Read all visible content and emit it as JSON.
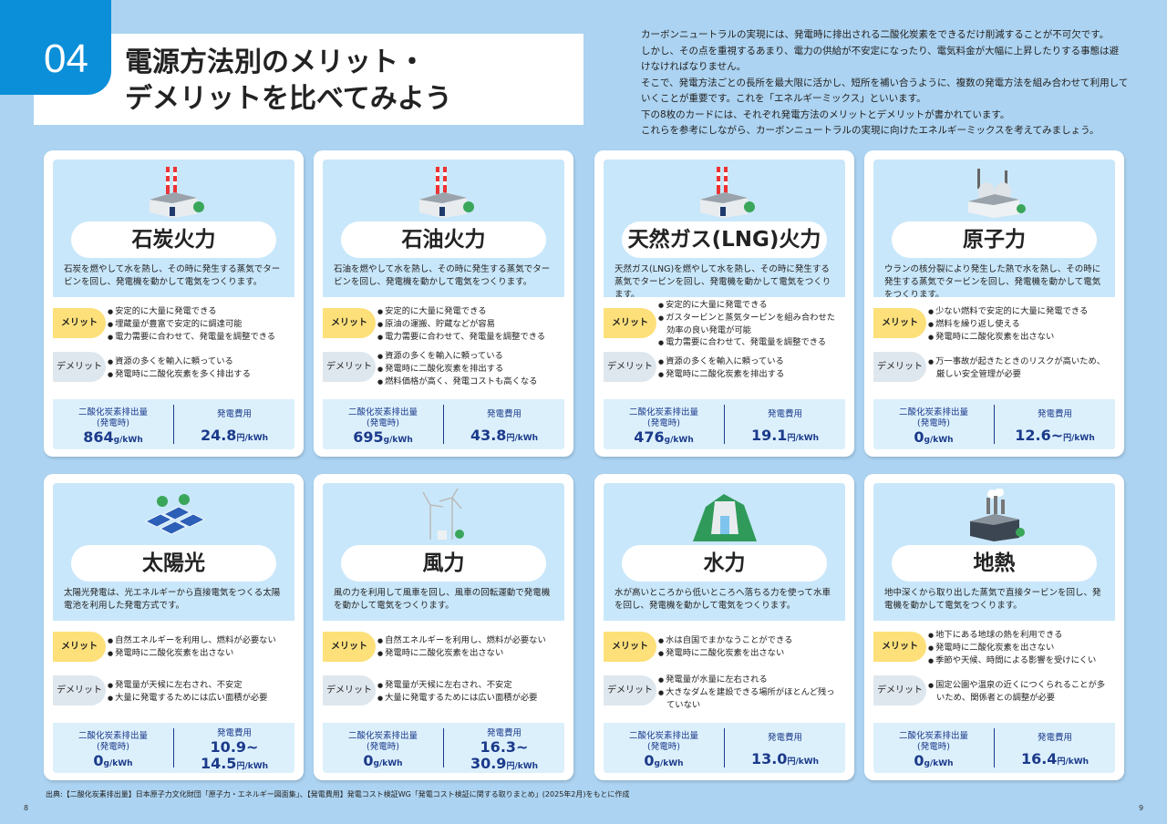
{
  "section_number": "04",
  "title": "電源方法別のメリット・\nデメリットを比べてみよう",
  "intro": [
    "カーボンニュートラルの実現には、発電時に排出される二酸化炭素をできるだけ削減することが不可欠です。",
    "しかし、その点を重視するあまり、電力の供給が不安定になったり、電気料金が大幅に上昇したりする事態は避",
    "けなければなりません。",
    "そこで、発電方法ごとの長所を最大限に活かし、短所を補い合うように、複数の発電方法を組み合わせて利用して",
    "いくことが重要です。これを「エネルギーミックス」といいます。",
    "下の8枚のカードには、それぞれ発電方法のメリットとデメリットが書かれています。",
    "これらを参考にしながら、カーボンニュートラルの実現に向けたエネルギーミックスを考えてみましょう。"
  ],
  "labels": {
    "merit": "メリット",
    "demerit": "デメリット",
    "co2": "二酸化炭素排出量",
    "co2_sub": "(発電時)",
    "cost": "発電費用",
    "co2_unit": "g/kWh",
    "cost_unit": "円/kWh"
  },
  "cards": [
    {
      "icon": "thermal-plant-icon",
      "name": "石炭火力",
      "desc": "石炭を燃やして水を熱し、その時に発生する蒸気でタービンを回し、発電機を動かして電気をつくります。",
      "merits": [
        "安定的に大量に発電できる",
        "埋蔵量が豊富で安定的に調達可能",
        "電力需要に合わせて、発電量を調整できる"
      ],
      "demerits": [
        "資源の多くを輸入に頼っている",
        "発電時に二酸化炭素を多く排出する"
      ],
      "co2": "864",
      "cost": "24.8",
      "cost2": ""
    },
    {
      "icon": "thermal-plant-icon",
      "name": "石油火力",
      "desc": "石油を燃やして水を熱し、その時に発生する蒸気でタービンを回し、発電機を動かして電気をつくります。",
      "merits": [
        "安定的に大量に発電できる",
        "原油の運搬、貯蔵などが容易",
        "電力需要に合わせて、発電量を調整できる"
      ],
      "demerits": [
        "資源の多くを輸入に頼っている",
        "発電時に二酸化炭素を排出する",
        "燃料価格が高く、発電コストも高くなる"
      ],
      "co2": "695",
      "cost": "43.8",
      "cost2": ""
    },
    {
      "icon": "thermal-plant-icon",
      "name": "天然ガス(LNG)火力",
      "desc": "天然ガス(LNG)を燃やして水を熱し、その時に発生する蒸気でタービンを回し、発電機を動かして電気をつくります。",
      "merits": [
        "安定的に大量に発電できる",
        "ガスタービンと蒸気タービンを組み合わせた効率の良い発電が可能",
        "電力需要に合わせて、発電量を調整できる"
      ],
      "demerits": [
        "資源の多くを輸入に頼っている",
        "発電時に二酸化炭素を排出する"
      ],
      "co2": "476",
      "cost": "19.1",
      "cost2": ""
    },
    {
      "icon": "nuclear-plant-icon",
      "name": "原子力",
      "desc": "ウランの核分裂により発生した熱で水を熱し、その時に発生する蒸気でタービンを回し、発電機を動かして電気をつくります。",
      "merits": [
        "少ない燃料で安定的に大量に発電できる",
        "燃料を繰り返し使える",
        "発電時に二酸化炭素を出さない"
      ],
      "demerits": [
        "万一事故が起きたときのリスクが高いため、厳しい安全管理が必要"
      ],
      "co2": "0",
      "cost": "12.6~",
      "cost2": ""
    },
    {
      "icon": "solar-panel-icon",
      "name": "太陽光",
      "desc": "太陽光発電は、光エネルギーから直接電気をつくる太陽電池を利用した発電方式です。",
      "merits": [
        "自然エネルギーを利用し、燃料が必要ない",
        "発電時に二酸化炭素を出さない"
      ],
      "demerits": [
        "発電量が天候に左右され、不安定",
        "大量に発電するためには広い面積が必要"
      ],
      "co2": "0",
      "cost": "10.9~",
      "cost2": "14.5"
    },
    {
      "icon": "wind-turbine-icon",
      "name": "風力",
      "desc": "風の力を利用して風車を回し、風車の回転運動で発電機を動かして電気をつくります。",
      "merits": [
        "自然エネルギーを利用し、燃料が必要ない",
        "発電時に二酸化炭素を出さない"
      ],
      "demerits": [
        "発電量が天候に左右され、不安定",
        "大量に発電するためには広い面積が必要"
      ],
      "co2": "0",
      "cost": "16.3~",
      "cost2": "30.9"
    },
    {
      "icon": "hydro-dam-icon",
      "name": "水力",
      "desc": "水が高いところから低いところへ落ちる力を使って水車を回し、発電機を動かして電気をつくります。",
      "merits": [
        "水は自国でまかなうことができる",
        "発電時に二酸化炭素を出さない"
      ],
      "demerits": [
        "発電量が水量に左右される",
        "大きなダムを建設できる場所がほとんど残っていない"
      ],
      "co2": "0",
      "cost": "13.0",
      "cost2": ""
    },
    {
      "icon": "geothermal-plant-icon",
      "name": "地熱",
      "desc": "地中深くから取り出した蒸気で直接タービンを回し、発電機を動かして電気をつくります。",
      "merits": [
        "地下にある地球の熱を利用できる",
        "発電時に二酸化炭素を出さない",
        "季節や天候、時間による影響を受けにくい"
      ],
      "demerits": [
        "国定公園や温泉の近くにつくられることが多いため、関係者との調整が必要"
      ],
      "co2": "0",
      "cost": "16.4",
      "cost2": ""
    }
  ],
  "footer": "出典:【二酸化炭素排出量】日本原子力文化財団「原子力・エネルギー図面集」、【発電費用】発電コスト検証WG「発電コスト検証に関する取りまとめ」(2025年2月)をもとに作成",
  "page_left": "8",
  "page_right": "9",
  "colors": {
    "accent": "#0b8fd8",
    "background": "#acd3f1",
    "merit": "#fde07a",
    "demerit": "#dfe7ee",
    "stat_text": "#1b3a8a"
  }
}
